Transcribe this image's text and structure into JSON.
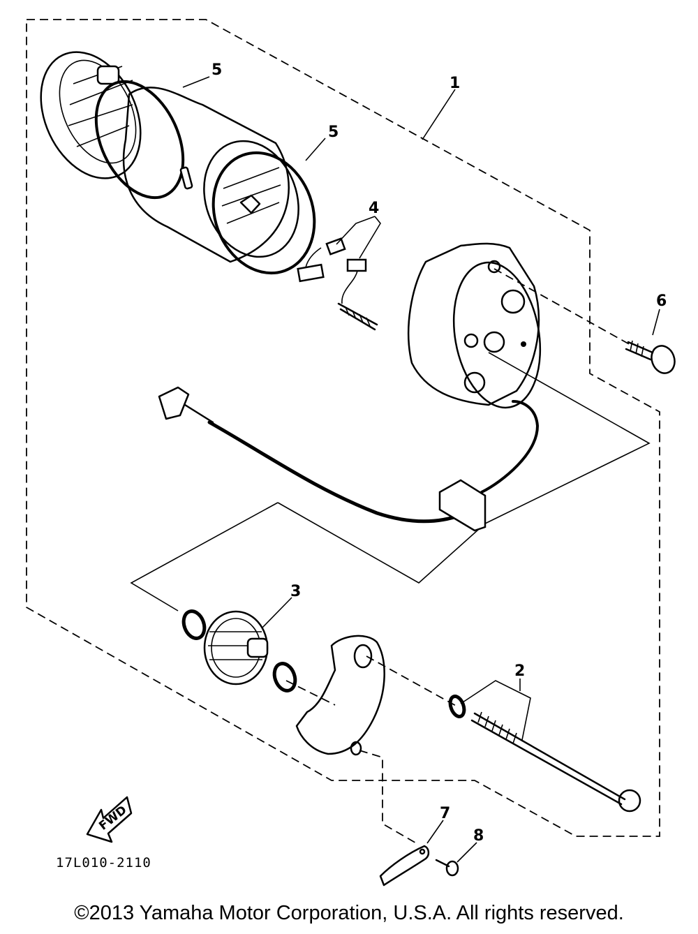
{
  "callouts": {
    "c1": "1",
    "c2": "2",
    "c3": "3",
    "c4": "4",
    "c5a": "5",
    "c5b": "5",
    "c6": "6",
    "c7": "7",
    "c8": "8"
  },
  "fwd_label": "FWD",
  "part_code": "17L010-2110",
  "copyright": "©2013 Yamaha Motor Corporation, U.S.A. All rights reserved."
}
